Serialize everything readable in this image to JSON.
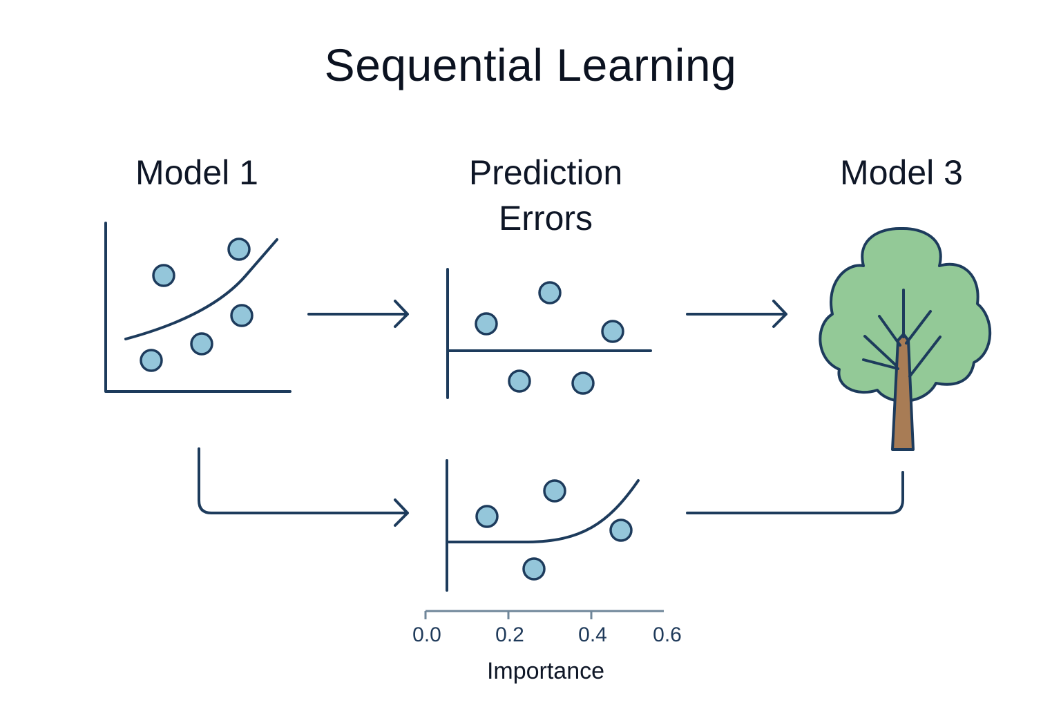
{
  "title": "Sequential Learning",
  "headings": {
    "model1": "Model 1",
    "prediction_errors": [
      "Prediction",
      "Errors"
    ],
    "model3": "Model 3"
  },
  "colors": {
    "ink": "#1d3b5c",
    "point_fill": "#94c6da",
    "point_stroke": "#1d3b5c",
    "tree_canopy": "#93c997",
    "tree_trunk": "#a87c55",
    "axis_scale": "#6f8699"
  },
  "icons": {
    "tree": "tree-icon",
    "arrow": "arrow-right-icon"
  },
  "importance_axis": {
    "ticks": [
      "0.0",
      "0.2",
      "0.4",
      "0.6"
    ],
    "label": "Importance"
  }
}
